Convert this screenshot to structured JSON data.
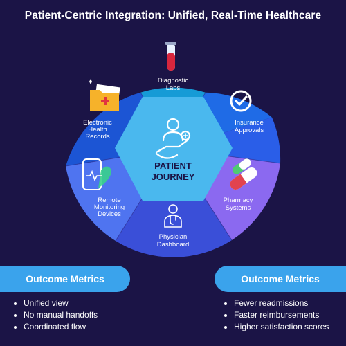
{
  "title": "Patient-Centric Integration: Unified, Real-Time Healthcare",
  "center": {
    "line1": "PATIENT",
    "line2": "JOURNEY",
    "icon": "patient-care-icon"
  },
  "segments": [
    {
      "id": "diagnostic-labs",
      "lines": [
        "Diagnostic",
        "Labs"
      ],
      "icon": "test-tube-icon",
      "color": "#169bd6"
    },
    {
      "id": "insurance-approvals",
      "lines": [
        "Insurance",
        "Approvals"
      ],
      "icon": "checkmark-icon",
      "color": "#1f6be6"
    },
    {
      "id": "pharmacy-systems",
      "lines": [
        "Pharmacy",
        "Systems"
      ],
      "icon": "pill-capsule-icon",
      "color": "#8b69f0"
    },
    {
      "id": "physician-dashboard",
      "lines": [
        "Physician",
        "Dashboard"
      ],
      "icon": "physician-icon",
      "color": "#3a4fd8"
    },
    {
      "id": "remote-monitoring-devices",
      "lines": [
        "Remote",
        "Monitoring",
        "Devices"
      ],
      "icon": "phone-heart-icon",
      "color": "#4f74f0"
    },
    {
      "id": "electronic-health-records",
      "lines": [
        "Electronic",
        "Health",
        "Records"
      ],
      "icon": "medical-folder-icon",
      "color": "#1c55d4"
    }
  ],
  "outcome_left": {
    "heading": "Outcome Metrics",
    "items": [
      "Unified view",
      "No manual handoffs",
      "Coordinated flow"
    ]
  },
  "outcome_right": {
    "heading": "Outcome Metrics",
    "items": [
      "Fewer readmissions",
      "Faster reimbursements",
      "Higher satisfaction scores"
    ]
  },
  "colors": {
    "background": "#1b1446",
    "hexagon": "#4ab8ee",
    "pill": "#3aa3ec"
  }
}
